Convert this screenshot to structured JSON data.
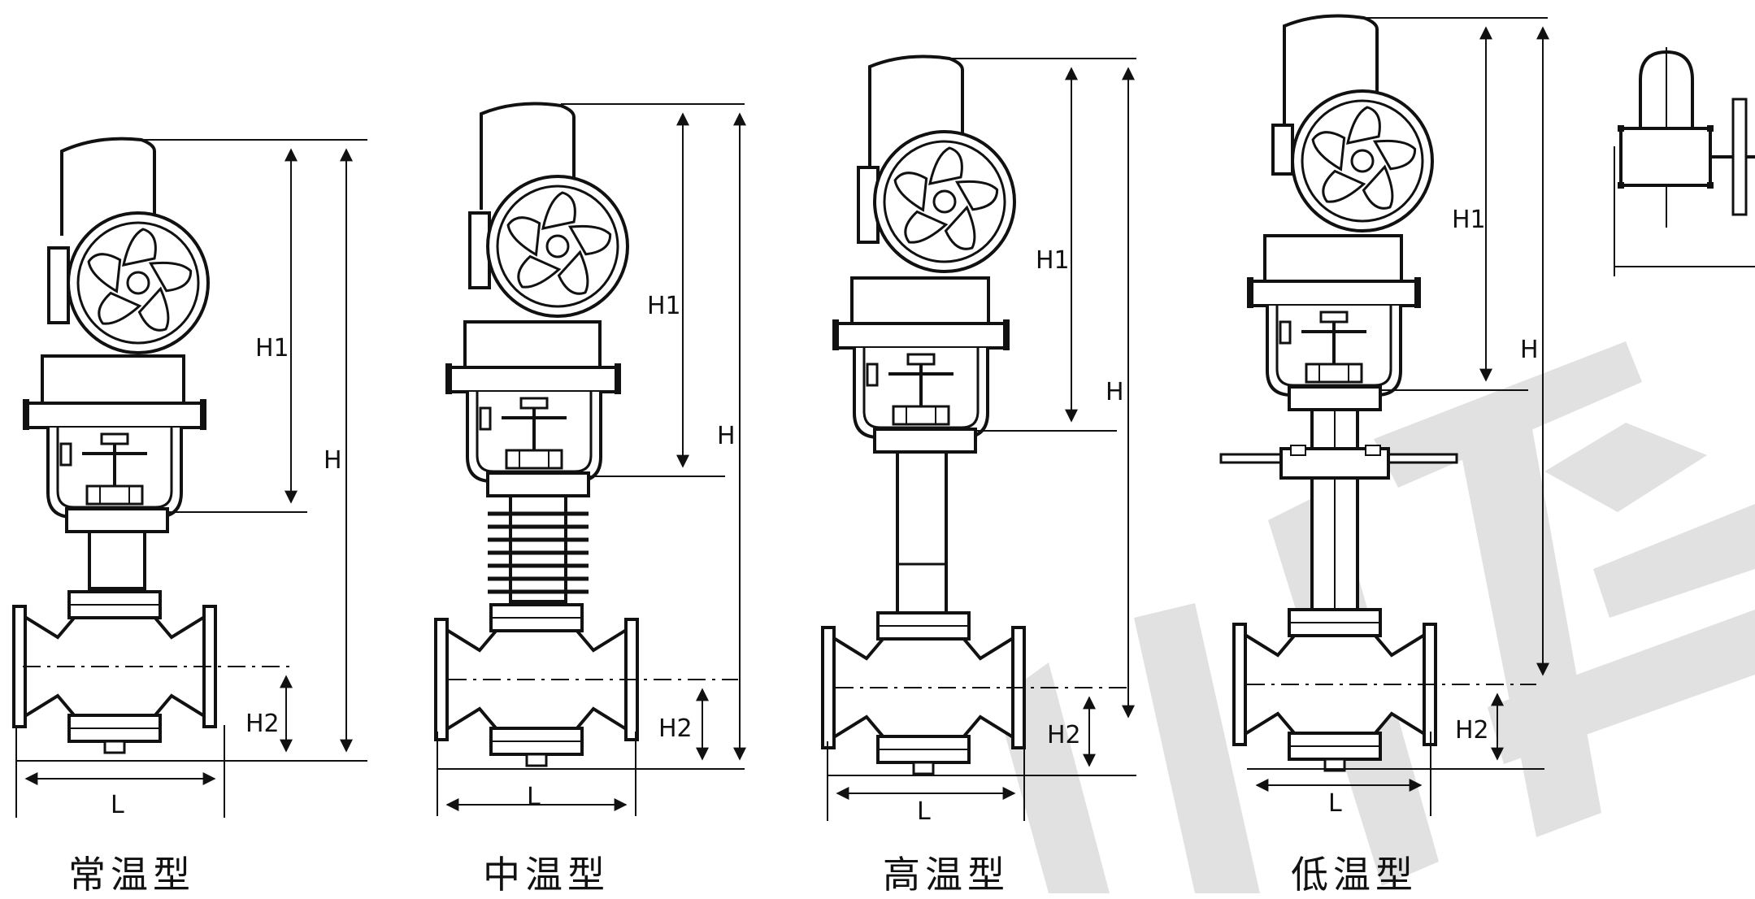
{
  "captions": [
    "常温型",
    "中温型",
    "高温型",
    "低温型"
  ],
  "dimension_labels": {
    "h1": "H1",
    "h": "H",
    "h2": "H2",
    "l": "L"
  },
  "watermark_text": "自控",
  "colors": {
    "line": "#111111",
    "watermark": "#dcdcdc",
    "background": "#ffffff"
  }
}
